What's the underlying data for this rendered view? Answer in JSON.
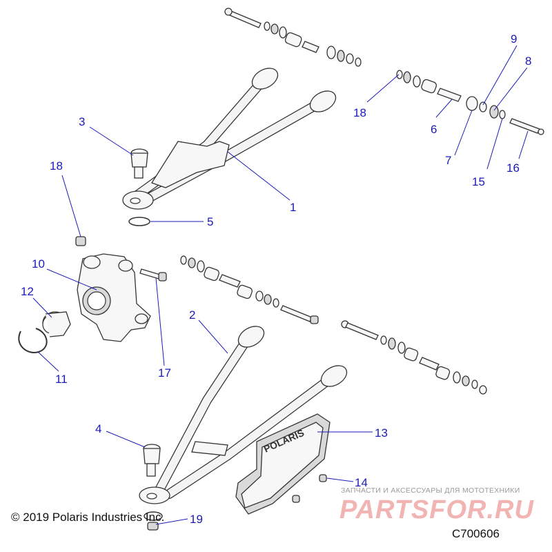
{
  "callouts": {
    "c1": "1",
    "c2": "2",
    "c3": "3",
    "c4": "4",
    "c5": "5",
    "c6": "6",
    "c7": "7",
    "c8": "8",
    "c9": "9",
    "c10": "10",
    "c11": "11",
    "c12": "12",
    "c13": "13",
    "c14": "14",
    "c15": "15",
    "c16": "16",
    "c17": "17",
    "c18a": "18",
    "c18b": "18",
    "c19": "19"
  },
  "skid_plate_logo": "POLARIS",
  "footer": {
    "copyright": "© 2019 Polaris Industries Inc.",
    "drawing_number": "C700606"
  },
  "watermark": {
    "tagline": "ЗАПЧАСТИ И АКСЕССУАРЫ ДЛЯ МОТОТЕХНИКИ",
    "brand": "PARTSFOR.RU"
  },
  "colors": {
    "callout": "#1a1ab8",
    "line_art": "#333333",
    "watermark": "#f2b3b3"
  }
}
